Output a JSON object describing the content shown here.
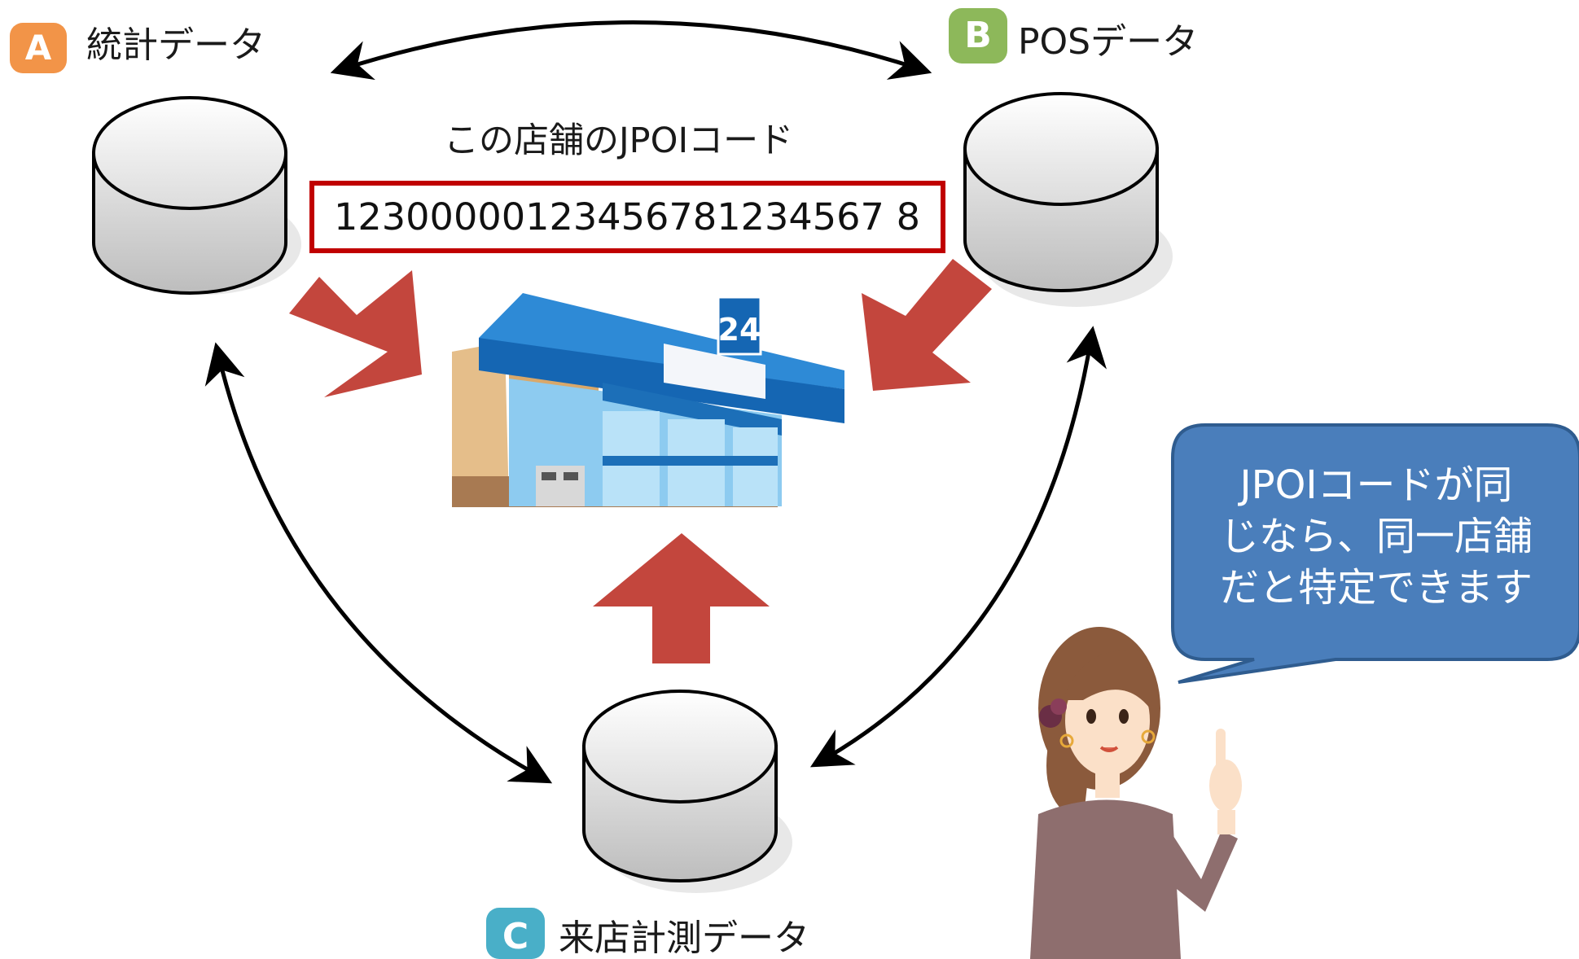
{
  "colors": {
    "badge_a": "#F29448",
    "badge_b": "#8DB85A",
    "badge_c": "#49AFC8",
    "arrow_red": "#C3463D",
    "code_border": "#C00000",
    "bubble_fill": "#4A7EBB",
    "bubble_stroke": "#2F5C8F",
    "store_blue": "#1566B3",
    "store_tan": "#E5BE8A"
  },
  "sources": {
    "a": {
      "badge": "A",
      "label": "統計データ"
    },
    "b": {
      "badge": "B",
      "label": "POSデータ"
    },
    "c": {
      "badge": "C",
      "label": "来店計測データ"
    }
  },
  "code": {
    "title": "この店舗のJPOIコード",
    "value": "12300000123456781234567 8"
  },
  "store": {
    "sign": "24",
    "icon": "convenience-store-icon"
  },
  "bubble": {
    "lines": [
      "JPOIコードが同",
      "じなら、同一店舗",
      "だと特定できます"
    ]
  },
  "person": {
    "icon": "woman-pointing-icon"
  }
}
